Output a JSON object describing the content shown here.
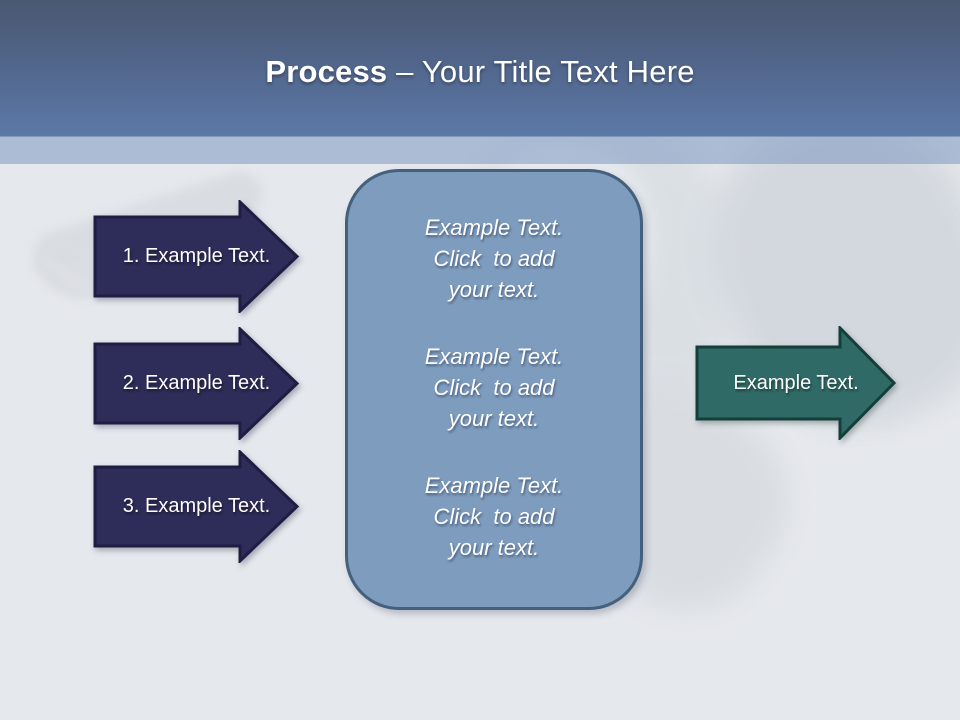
{
  "header": {
    "title_emphasis": "Process",
    "title_rest": " – Your Title Text Here"
  },
  "steps": [
    {
      "label": "1. Example Text."
    },
    {
      "label": "2. Example Text."
    },
    {
      "label": "3. Example Text."
    }
  ],
  "panel": {
    "blocks": [
      {
        "lines": [
          "Example Text.",
          "Click  to add",
          "your text."
        ]
      },
      {
        "lines": [
          "Example Text.",
          "Click  to add",
          "your text."
        ]
      },
      {
        "lines": [
          "Example Text.",
          "Click  to add",
          "your text."
        ]
      }
    ]
  },
  "result_arrow": {
    "label": "Example Text."
  },
  "colors": {
    "header_gradient_top": "#4a5870",
    "header_gradient_bottom": "#5b79a7",
    "translucent_band": "#aebdd3",
    "slide_background": "#e5e8ec",
    "step_arrow_fill": "#2e2c58",
    "step_arrow_border": "#201d43",
    "panel_fill": "#7e9cbd",
    "panel_border": "#44607d",
    "result_arrow_fill": "#2f6a66",
    "result_arrow_border": "#143e3a",
    "text": "#ffffff"
  }
}
